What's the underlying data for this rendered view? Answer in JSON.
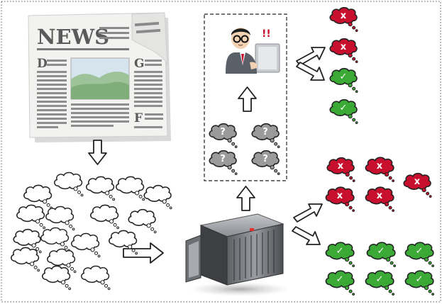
{
  "newspaper": {
    "masthead": "NEWS",
    "letter_d": "D",
    "letter_g": "G",
    "letter_f": "F"
  },
  "review": {
    "alert_mark": "!!",
    "question_mark": "?"
  },
  "marks": {
    "reject": "x",
    "accept": "✓"
  },
  "colors": {
    "reject_cloud": "#c8102e",
    "accept_cloud": "#3aa935",
    "question_cloud": "#9a9a9a",
    "outline": "#222222"
  },
  "top_results": [
    "reject",
    "reject",
    "accept",
    "accept"
  ],
  "bottom_results": [
    "reject",
    "reject",
    "reject",
    "reject",
    "reject",
    "accept",
    "accept",
    "accept",
    "accept",
    "accept",
    "accept"
  ]
}
